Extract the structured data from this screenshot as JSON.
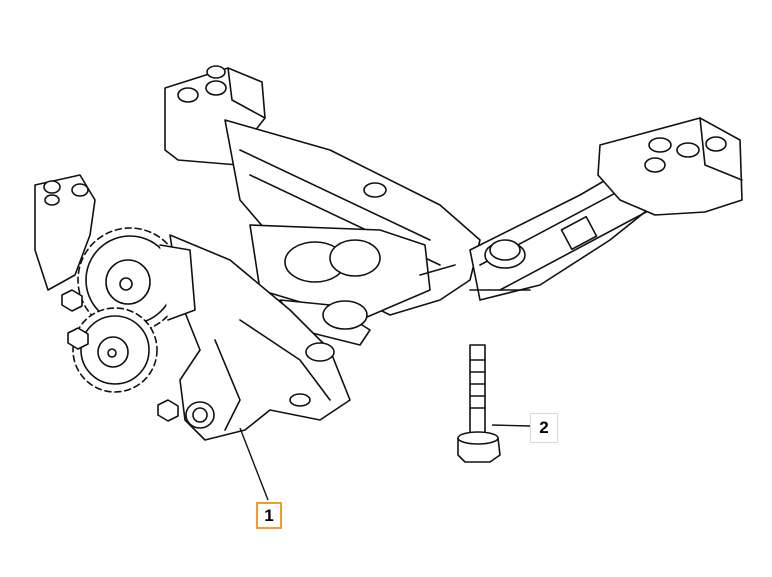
{
  "diagram": {
    "callouts": [
      {
        "id": "1",
        "label": "1",
        "highlight_color": "#f39c2c"
      },
      {
        "id": "2",
        "label": "2",
        "highlight_color": "#d8d8d8"
      }
    ]
  }
}
